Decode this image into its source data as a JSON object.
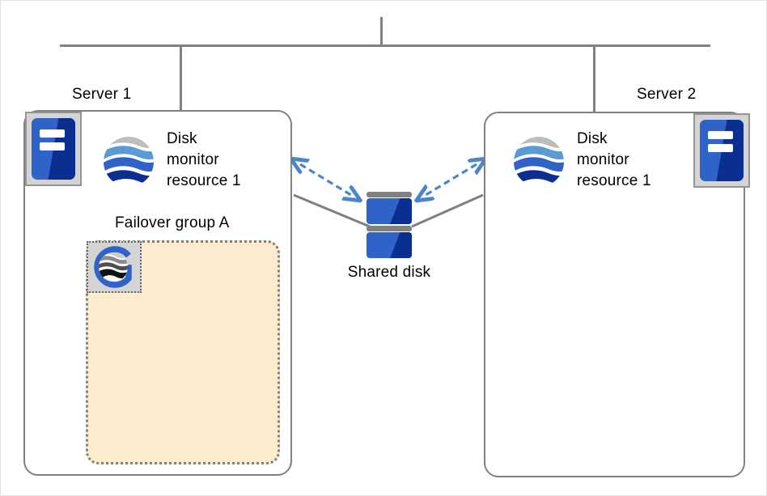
{
  "diagram": {
    "title_hidden": "",
    "network": {
      "name": "interconnect-network-bus"
    },
    "servers": [
      {
        "id": "server-1",
        "label": "Server 1",
        "monitor_resource_label": "Disk\nmonitor\nresource 1",
        "monitor_resource_lines": [
          "Disk",
          "monitor",
          "resource 1"
        ],
        "group": {
          "label": "Failover group A",
          "resource_icon_name": "group-resource-icon"
        },
        "machine_icon_name": "server-machine-icon"
      },
      {
        "id": "server-2",
        "label": "Server 2",
        "monitor_resource_label": "Disk\nmonitor\nresource 1",
        "monitor_resource_lines": [
          "Disk",
          "monitor",
          "resource 1"
        ],
        "group": null,
        "machine_icon_name": "server-machine-icon"
      }
    ],
    "shared_disk": {
      "label": "Shared disk",
      "icon_name": "shared-disk-icon"
    },
    "connections": [
      {
        "name": "server1-to-disk-cable",
        "style": "solid",
        "color": "#808080"
      },
      {
        "name": "server2-to-disk-cable",
        "style": "solid",
        "color": "#808080"
      },
      {
        "name": "server1-disk-monitor-arrow",
        "style": "dashed-double-arrow",
        "color": "#4a86c8"
      },
      {
        "name": "server2-disk-monitor-arrow",
        "style": "dashed-double-arrow",
        "color": "#4a86c8"
      }
    ],
    "colors": {
      "outline": "#808080",
      "group_fill": "#fceccd",
      "group_border": "#808080",
      "arrow_blue": "#4a86c8",
      "icon_blue_light": "#2f63c8",
      "icon_blue_dark": "#0b2f90",
      "icon_tile_gray": "#d4d4d4",
      "globe_gray": "#bdbdbd",
      "globe_light_blue": "#5b9bd5",
      "globe_mid_blue": "#2f63c8",
      "globe_dark_blue": "#0b2f90"
    }
  }
}
